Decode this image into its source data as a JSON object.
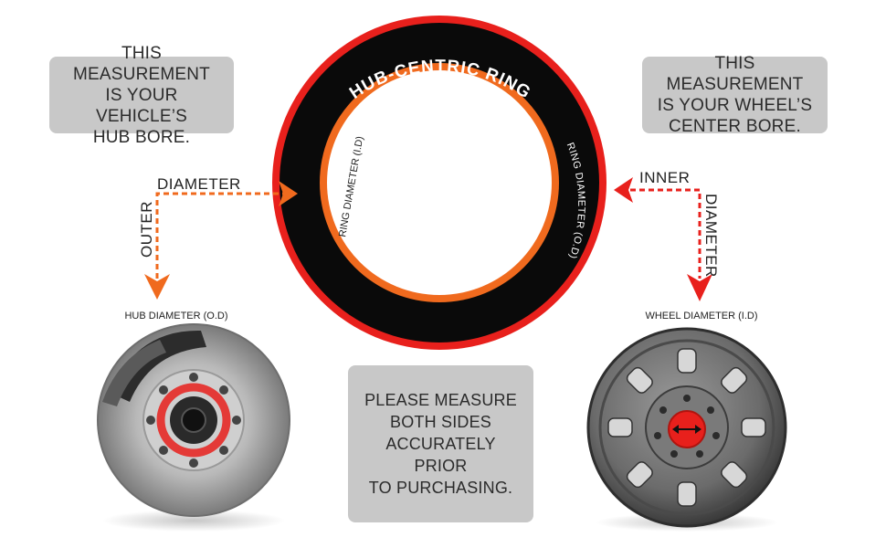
{
  "ring": {
    "title": "HUB-CENTRIC RING",
    "inner_label": "RING DIAMETER (I.D)",
    "outer_label": "RING DIAMETER (O.D)"
  },
  "left_note": {
    "lines": [
      "THIS MEASUREMENT",
      "IS YOUR VEHICLE’S",
      "HUB BORE."
    ]
  },
  "right_note": {
    "lines": [
      "THIS MEASUREMENT",
      "IS YOUR WHEEL’S",
      "CENTER BORE."
    ]
  },
  "center_note": {
    "lines": [
      "PLEASE MEASURE",
      "BOTH SIDES",
      "ACCURATELY PRIOR",
      "TO PURCHASING."
    ]
  },
  "left_arrow": {
    "horizontal": "DIAMETER",
    "vertical": "OUTER"
  },
  "right_arrow": {
    "horizontal": "INNER",
    "vertical": "DIAMETER"
  },
  "hub_caption": "HUB DIAMETER (O.D)",
  "wheel_caption": "WHEEL DIAMETER (I.D)",
  "colors": {
    "red": "#e8201c",
    "orange": "#f06a1e",
    "ring_black": "#0a0a0a",
    "note_gray": "#c8c8c8"
  }
}
